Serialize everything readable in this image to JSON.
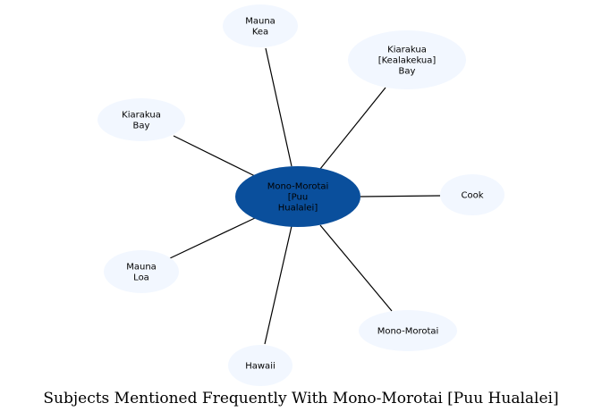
{
  "graph": {
    "center": {
      "label": "Mono-Morotai\n[Puu\nHualalei]",
      "fill": "#0a4f9c"
    },
    "neighbors": [
      {
        "id": "mauna-kea",
        "label": "Mauna\nKea"
      },
      {
        "id": "kiarakua-kealakekua-bay",
        "label": "Kiarakua\n[Kealakekua]\nBay"
      },
      {
        "id": "kiarakua-bay",
        "label": "Kiarakua\nBay"
      },
      {
        "id": "cook",
        "label": "Cook"
      },
      {
        "id": "mauna-loa",
        "label": "Mauna\nLoa"
      },
      {
        "id": "mono-morotai",
        "label": "Mono-Morotai"
      },
      {
        "id": "hawaii",
        "label": "Hawaii"
      }
    ],
    "neighbor_fill": "#f2f7ff",
    "edge_color": "#000000"
  },
  "caption": "Subjects Mentioned Frequently With Mono-Morotai [Puu Hualalei]"
}
